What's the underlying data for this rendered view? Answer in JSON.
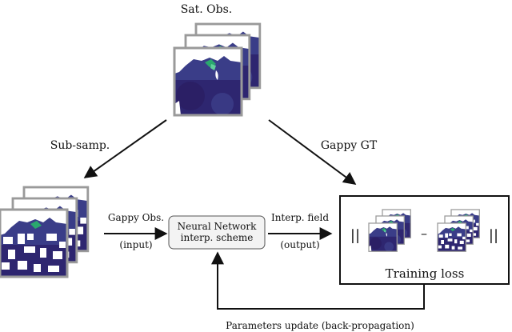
{
  "labels": {
    "sat_obs": "Sat. Obs.",
    "sub_samp": "Sub-samp.",
    "gappy_gt": "Gappy GT",
    "gappy_obs": "Gappy Obs.",
    "input": "(input)",
    "nn_line1": "Neural Network",
    "nn_line2": "interp. scheme",
    "interp_field": "Interp. field",
    "output": "(output)",
    "training_loss": "Training loss",
    "params_update": "Parameters update (back-propagation)",
    "norm_left": "||",
    "minus": "–",
    "norm_right": "||"
  },
  "colors": {
    "ocean_dark": "#2b1e63",
    "ocean_mid": "#3c3f8a",
    "bloom": "#2aa86e",
    "land": "#ffffff",
    "frame": "#9a9a9a",
    "node_fill": "#f3f3f3"
  },
  "icons": {
    "sat_stack": "satellite-image-stack",
    "gappy_stack": "gappy-image-stack",
    "loss_stack_a": "interp-image-stack",
    "loss_stack_b": "gappy-gt-image-stack"
  }
}
